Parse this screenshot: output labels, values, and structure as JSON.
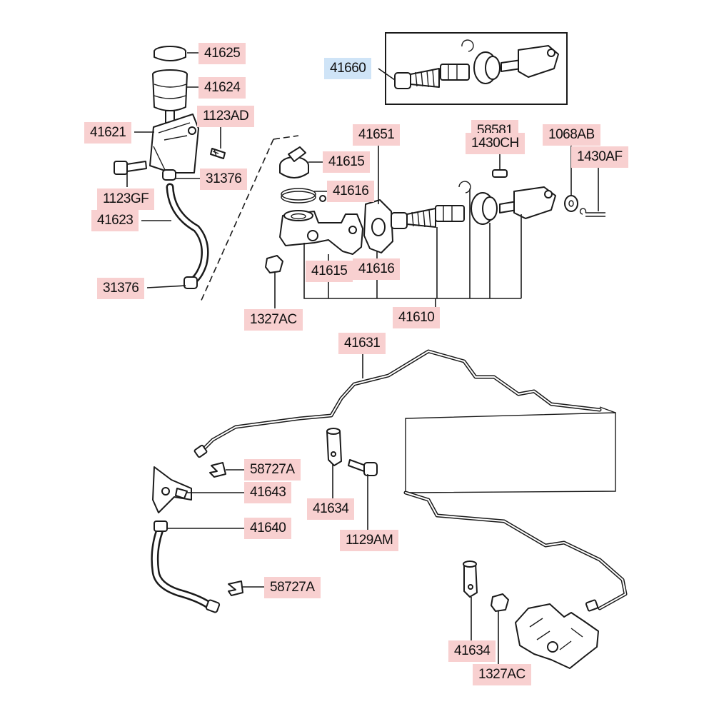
{
  "labels": {
    "l41625": "41625",
    "l41624": "41624",
    "l1123AD": "1123AD",
    "l41621": "41621",
    "l1123GF": "1123GF",
    "l31376a": "31376",
    "l41623": "41623",
    "l31376b": "31376",
    "l41660": "41660",
    "l41651": "41651",
    "l58581": "58581",
    "l1430CH": "1430CH",
    "l1068AB": "1068AB",
    "l1430AF": "1430AF",
    "l41615a": "41615",
    "l41616a": "41616",
    "l41615b": "41615",
    "l41616b": "41616",
    "l1327ACa": "1327AC",
    "l41610": "41610",
    "l41631": "41631",
    "l58727Aa": "58727A",
    "l41643": "41643",
    "l41634a": "41634",
    "l1129AM": "1129AM",
    "l41640": "41640",
    "l58727Ab": "58727A",
    "l41634b": "41634",
    "l1327ACb": "1327AC"
  },
  "colors": {
    "label_highlight": "#f8d0d0",
    "assembly_highlight": "#cfe4f7",
    "line": "#1a1a1a"
  }
}
